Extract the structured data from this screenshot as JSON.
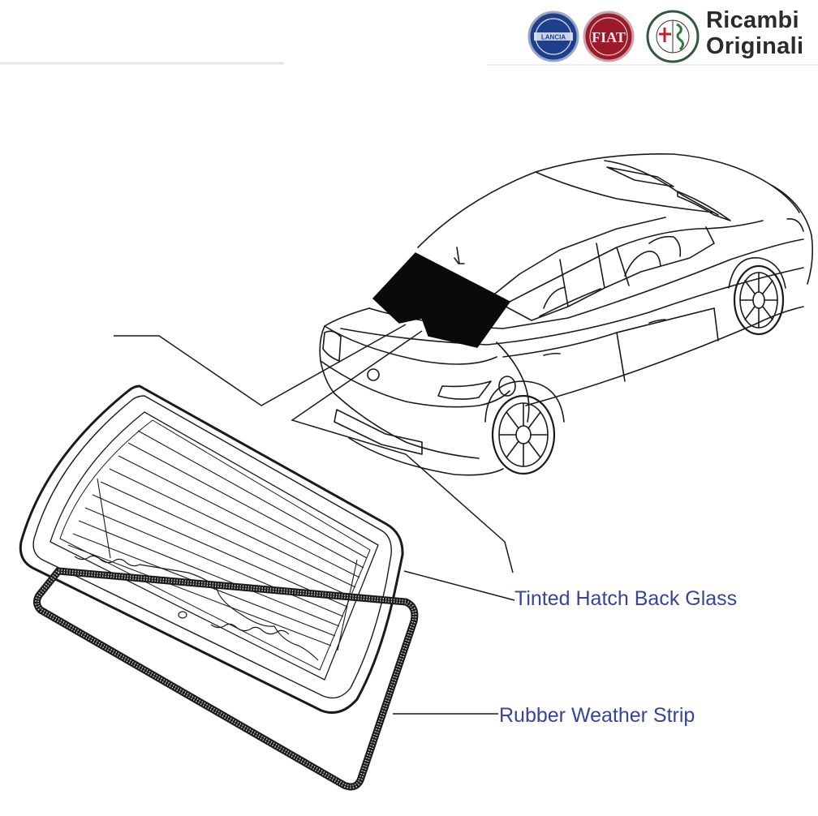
{
  "brand": {
    "line1": "Ricambi",
    "line2": "Originali",
    "badges": [
      {
        "name": "lancia-badge",
        "text": "LANCIA",
        "color": "#1f3f8c"
      },
      {
        "name": "fiat-badge",
        "text": "FIAT",
        "color": "#9b1b2a"
      },
      {
        "name": "alfa-romeo-badge",
        "text": "",
        "color": "#2f6b3a"
      }
    ]
  },
  "labels": {
    "glass": "Tinted Hatch Back Glass",
    "strip": "Rubber Weather Strip"
  },
  "colors": {
    "label_text": "#35459a",
    "line_art": "#1a1a1a",
    "tinted_glass": "#0a0a0a"
  }
}
